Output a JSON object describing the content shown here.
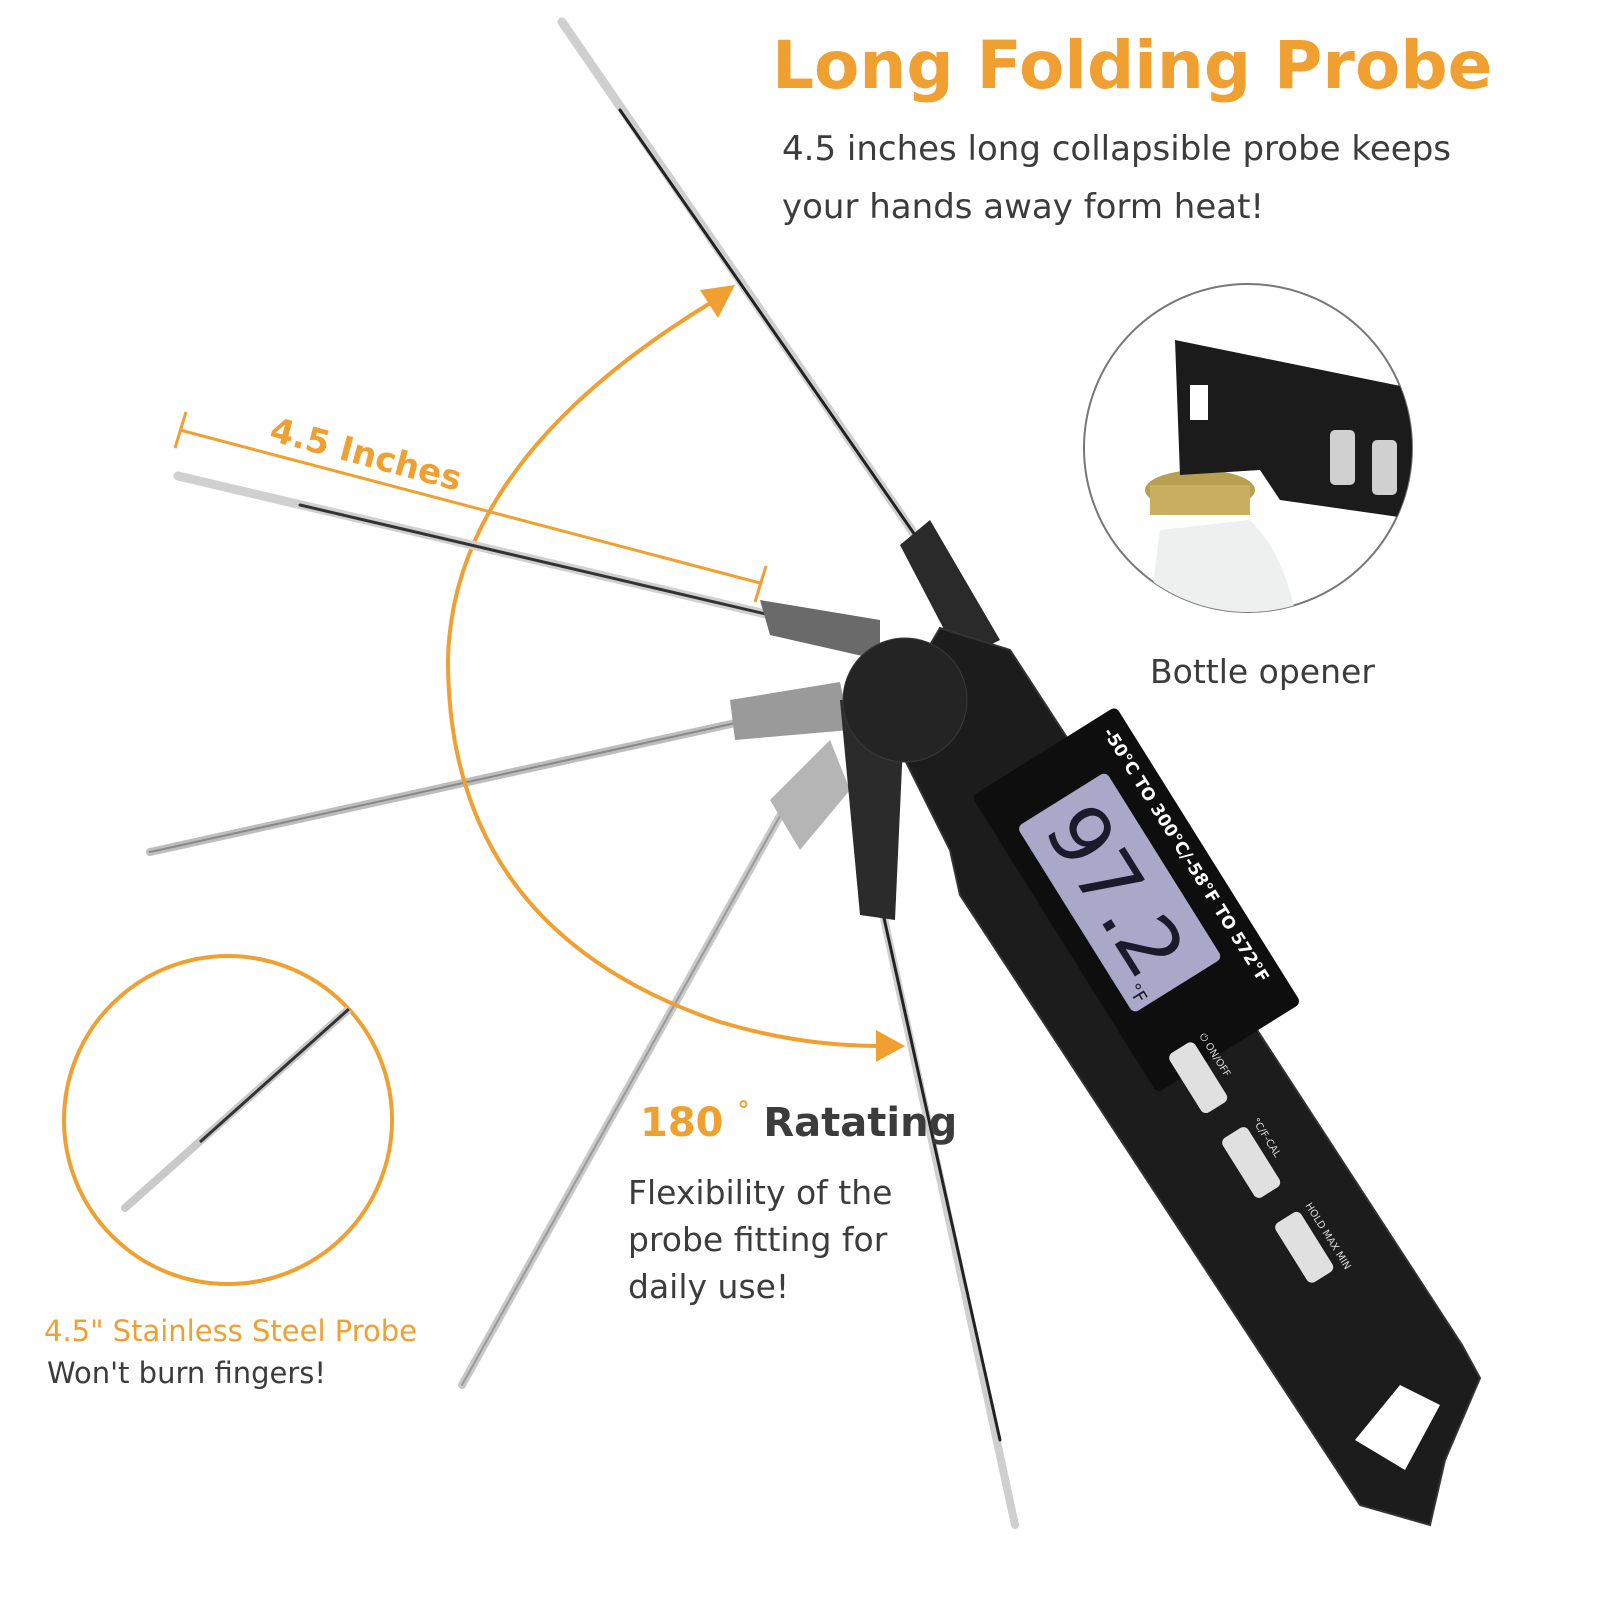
{
  "headline": {
    "title": "Long Folding Probe",
    "subtitle_line1": "4.5 inches long collapsible probe keeps",
    "subtitle_line2": "your hands away form heat!"
  },
  "dimension_label": "4.5 Inches",
  "bottle_opener": {
    "caption": "Bottle opener"
  },
  "rotation": {
    "degrees": "180",
    "degree_sign": "°",
    "label": "Ratating",
    "desc_line1": "Flexibility of the",
    "desc_line2": "probe fitting for",
    "desc_line3": "daily use!"
  },
  "probe_detail": {
    "caption_line1": "4.5\" Stainless Steel Probe",
    "caption_line2": "Won't burn fingers!"
  },
  "thermometer": {
    "range_text": "-50°C TO 300°C/-58°F TO 572°F",
    "reading": "97.2",
    "unit": "°F",
    "buttons": [
      "⏻ ON/OFF",
      "°C/F-CAL",
      "HOLD MAX MIN"
    ]
  },
  "colors": {
    "accent": "#f0a030",
    "text": "#3c3c3c",
    "body": "#1c1c1c",
    "lcd": "#a9a8c9"
  }
}
